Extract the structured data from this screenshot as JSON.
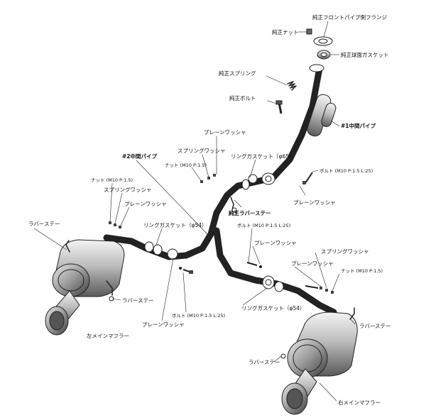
{
  "labels": {
    "front_flange": "純正フロントパイプ側フランジ",
    "nut_genuine": "純正ナット",
    "ball_gasket": "純正球面ガスケット",
    "spring_genuine": "純正スプリング",
    "bolt_genuine": "純正ボルト",
    "mid_pipe_1": "#1中間パイプ",
    "plain_washer_top": "プレーンワッシャ",
    "spring_washer_top": "スプリングワッシャ",
    "mid_pipe_2": "#2中間パイプ",
    "nut_m10_center": "ナット (M10 P:1.5)",
    "ring_gasket_65": "リングガスケット（φ65）",
    "bolt_m10_l25_right": "ボルト (M10 P:1.5 L:25)",
    "nut_m10_left": "ナット (M10 P:1.5)",
    "spring_washer_left": "スプリングワッシャ",
    "plain_washer_left": "プレーンワッシャ",
    "plain_washer_right": "プレーンワッシャ",
    "rubber_stay_genuine": "純正ラバーステー",
    "rubber_stay_left_top": "ラバーステー",
    "ring_gasket_54_left": "リングガスケット（φ54）",
    "bolt_m10_l25_center": "ボルト (M10 P:1.5 L:25)",
    "plain_washer_center": "プレーンワッシャ",
    "spring_washer_right": "スプリングワッシャ",
    "plain_washer_right2": "プレーンワッシャ",
    "nut_m10_right": "ナット (M10 P:1.5)",
    "rubber_stay_left_low": "ラバーステー",
    "bolt_m10_l25_bottom": "ボルト (M10 P:1.5 L:25)",
    "plain_washer_bottom": "プレーンワッシャ",
    "left_main_muffler": "左メインマフラー",
    "ring_gasket_54_right": "リングガスケット（φ54）",
    "rubber_stay_right": "ラバーステー",
    "rubber_stay_bottom": "ラバーステー",
    "right_main_muffler": "右メインマフラー"
  }
}
